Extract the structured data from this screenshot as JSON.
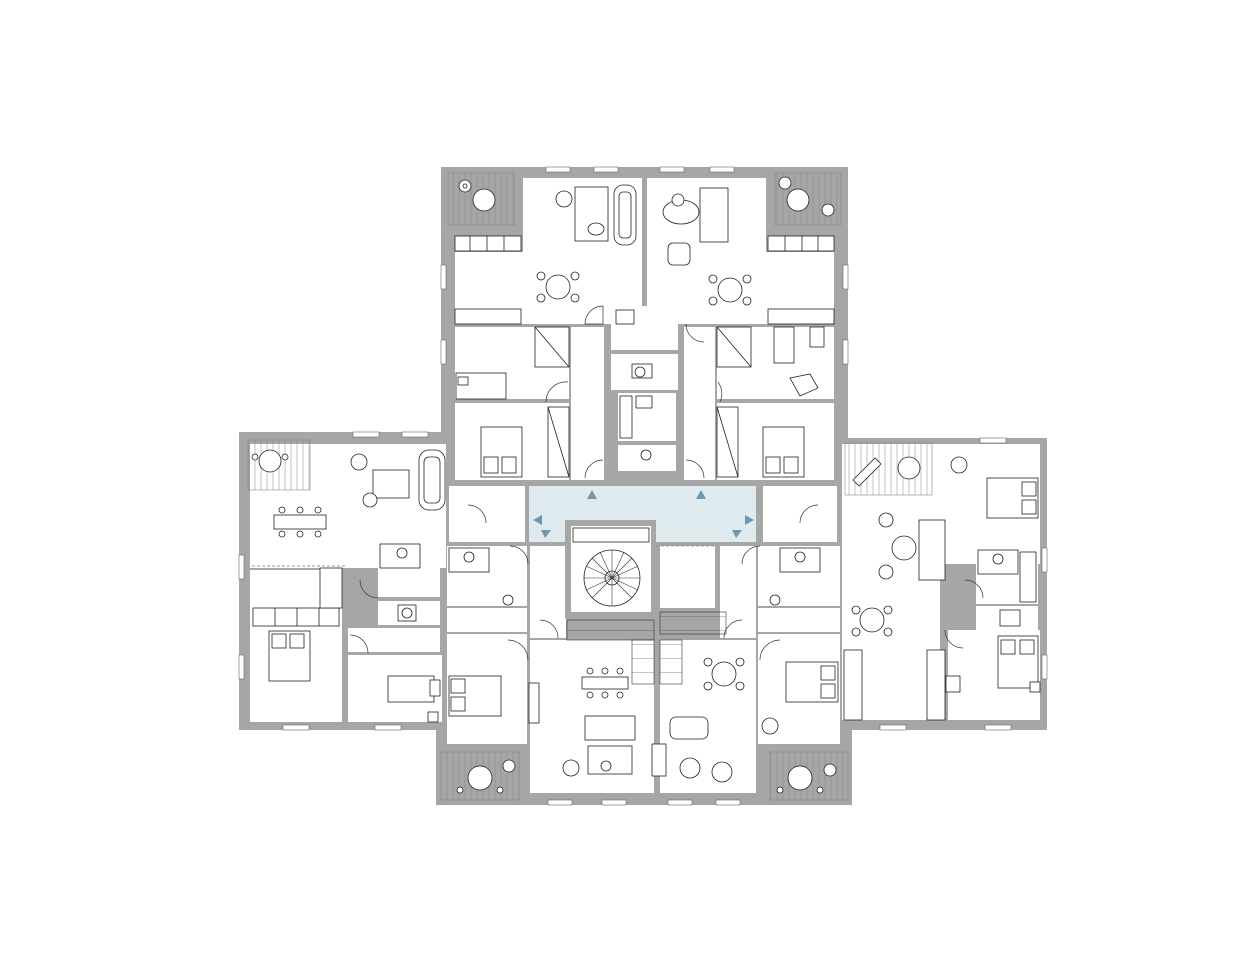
{
  "plan": {
    "colors": {
      "wall": "#a6a6a6",
      "corridor": "#dfeaee",
      "arrow": "#6f97ae",
      "line": "#222222",
      "background": "#ffffff"
    },
    "units_count": 6,
    "staircase": "spiral-stair",
    "corridor_arrows": 6
  }
}
